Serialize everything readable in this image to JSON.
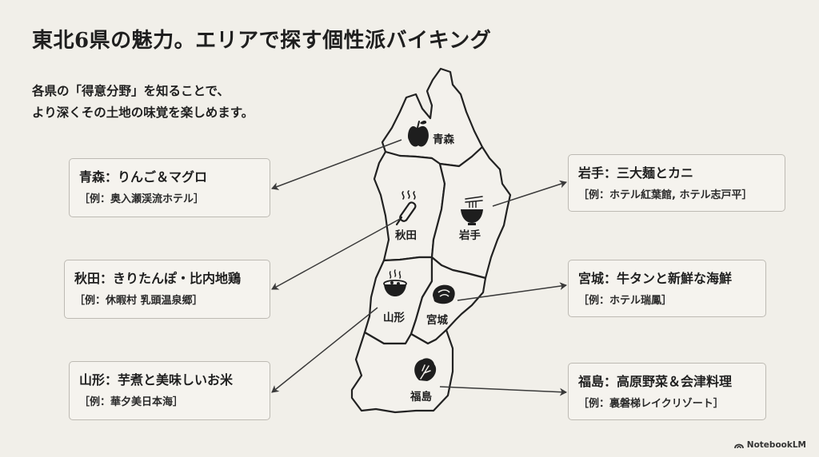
{
  "title": "東北6県の魅力。エリアで探す個性派バイキング",
  "subtitle": {
    "line1": "各県の「得意分野」を知ることで、",
    "line2": "より深くその土地の味覚を楽しめます。"
  },
  "prefectures": {
    "aomori": {
      "name": "青森",
      "icon": "apple-icon"
    },
    "akita": {
      "name": "秋田",
      "icon": "kiritanpo-icon"
    },
    "iwate": {
      "name": "岩手",
      "icon": "noodle-bowl-icon"
    },
    "yamagata": {
      "name": "山形",
      "icon": "imoni-pot-icon"
    },
    "miyagi": {
      "name": "宮城",
      "icon": "beef-tongue-icon"
    },
    "fukushima": {
      "name": "福島",
      "icon": "vegetable-icon"
    }
  },
  "cards": {
    "aomori": {
      "head": "青森：りんご＆マグロ",
      "example": "［例：奥入瀬渓流ホテル］"
    },
    "akita": {
      "head": "秋田：きりたんぽ・比内地鶏",
      "example": "［例：休暇村 乳頭温泉郷］"
    },
    "yamagata": {
      "head": "山形：芋煮と美味しいお米",
      "example": "［例：華夕美日本海］"
    },
    "iwate": {
      "head": "岩手：三大麺とカニ",
      "example": "［例：ホテル紅葉館, ホテル志戸平］"
    },
    "miyagi": {
      "head": "宮城：牛タンと新鮮な海鮮",
      "example": "［例：ホテル瑞鳳］"
    },
    "fukushima": {
      "head": "福島：高原野菜＆会津料理",
      "example": "［例：裏磐梯レイクリゾート］"
    }
  },
  "brand": {
    "name": "NotebookLM",
    "icon": "notebooklm-logo-icon"
  },
  "colors": {
    "background": "#f1efe9",
    "ink": "#1f1f1f",
    "card_border": "#bdbab3"
  }
}
